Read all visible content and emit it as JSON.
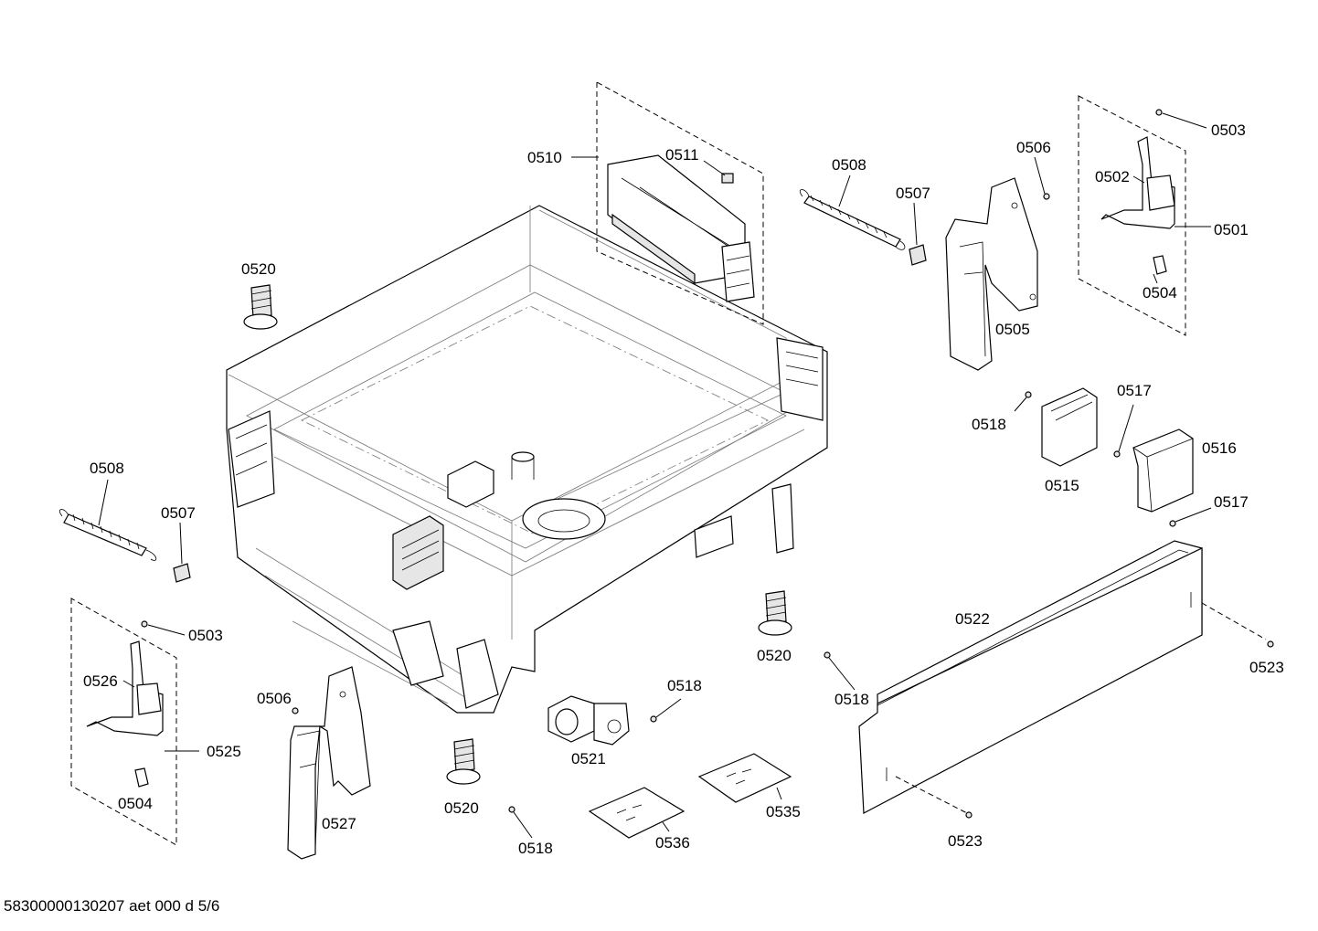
{
  "footer": "58300000130207 aet 000 d 5/6",
  "labels": {
    "l0510": "0510",
    "l0511": "0511",
    "l0508a": "0508",
    "l0507a": "0507",
    "l0506a": "0506",
    "l0503a": "0503",
    "l0502": "0502",
    "l0501": "0501",
    "l0504a": "0504",
    "l0505": "0505",
    "l0520a": "0520",
    "l0518a": "0518",
    "l0517a": "0517",
    "l0516": "0516",
    "l0515": "0515",
    "l0517b": "0517",
    "l0508b": "0508",
    "l0507b": "0507",
    "l0503b": "0503",
    "l0526": "0526",
    "l0525": "0525",
    "l0504b": "0504",
    "l0506b": "0506",
    "l0527": "0527",
    "l0520b": "0520",
    "l0518b": "0518",
    "l0521": "0521",
    "l0520c": "0520",
    "l0518c": "0518",
    "l0522": "0522",
    "l0523a": "0523",
    "l0518d": "0518",
    "l0536": "0536",
    "l0535": "0535",
    "l0523b": "0523"
  }
}
